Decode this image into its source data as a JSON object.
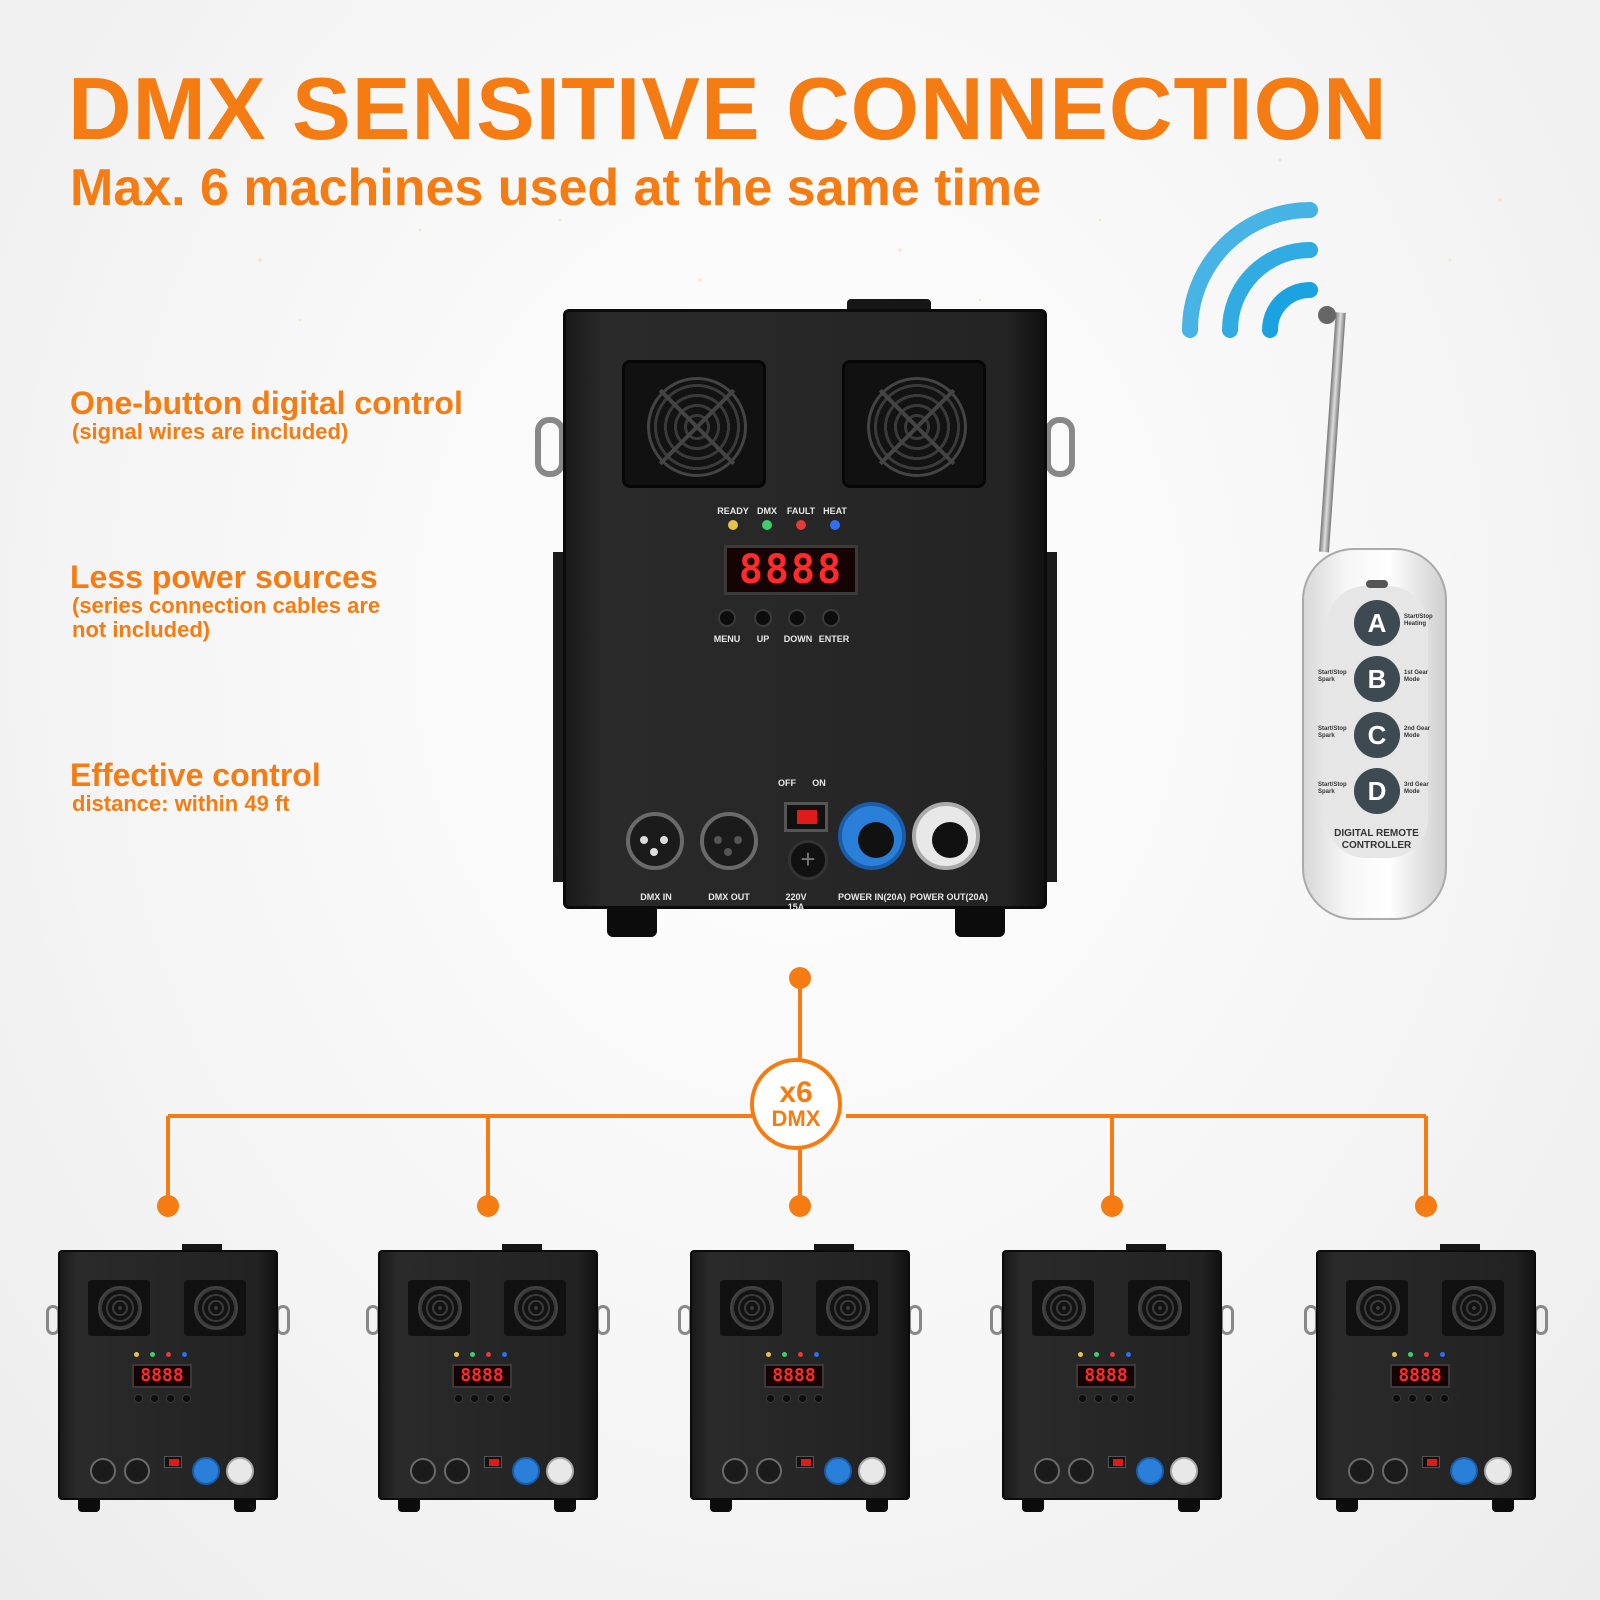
{
  "header": {
    "title": "DMX SENSITIVE CONNECTION",
    "subtitle": "Max. 6 machines used at the same time"
  },
  "features": [
    {
      "heading": "One-button digital control",
      "sub1": "(signal wires are included)",
      "sub2": ""
    },
    {
      "heading": "Less power sources",
      "sub1": "(series connection cables are",
      "sub2": "not included)"
    },
    {
      "heading": "Effective control",
      "sub1": "distance: within 49 ft",
      "sub2": ""
    }
  ],
  "machine": {
    "leds": [
      "READY",
      "DMX",
      "FAULT",
      "HEAT"
    ],
    "display": "8888",
    "buttons": [
      "MENU",
      "UP",
      "DOWN",
      "ENTER"
    ],
    "switch_off": "OFF",
    "switch_on": "ON",
    "ports": {
      "dmx_in": "DMX IN",
      "dmx_out": "DMX OUT",
      "voltage": "220V",
      "fuse": "15A",
      "power_in": "POWER IN(20A)",
      "power_out": "POWER OUT(20A)"
    }
  },
  "remote": {
    "buttons": [
      {
        "key": "A",
        "left": "",
        "right": "Start/Stop Heating"
      },
      {
        "key": "B",
        "left": "Start/Stop Spark",
        "right": "1st Gear Mode"
      },
      {
        "key": "C",
        "left": "Start/Stop Spark",
        "right": "2nd Gear Mode"
      },
      {
        "key": "D",
        "left": "Start/Stop Spark",
        "right": "3rd Gear Mode"
      }
    ],
    "brand_line1": "DIGITAL REMOTE",
    "brand_line2": "CONTROLLER"
  },
  "badge": {
    "count": "x6",
    "label": "DMX"
  },
  "colors": {
    "accent": "#f57c12",
    "signal": "#1aa3e0"
  }
}
